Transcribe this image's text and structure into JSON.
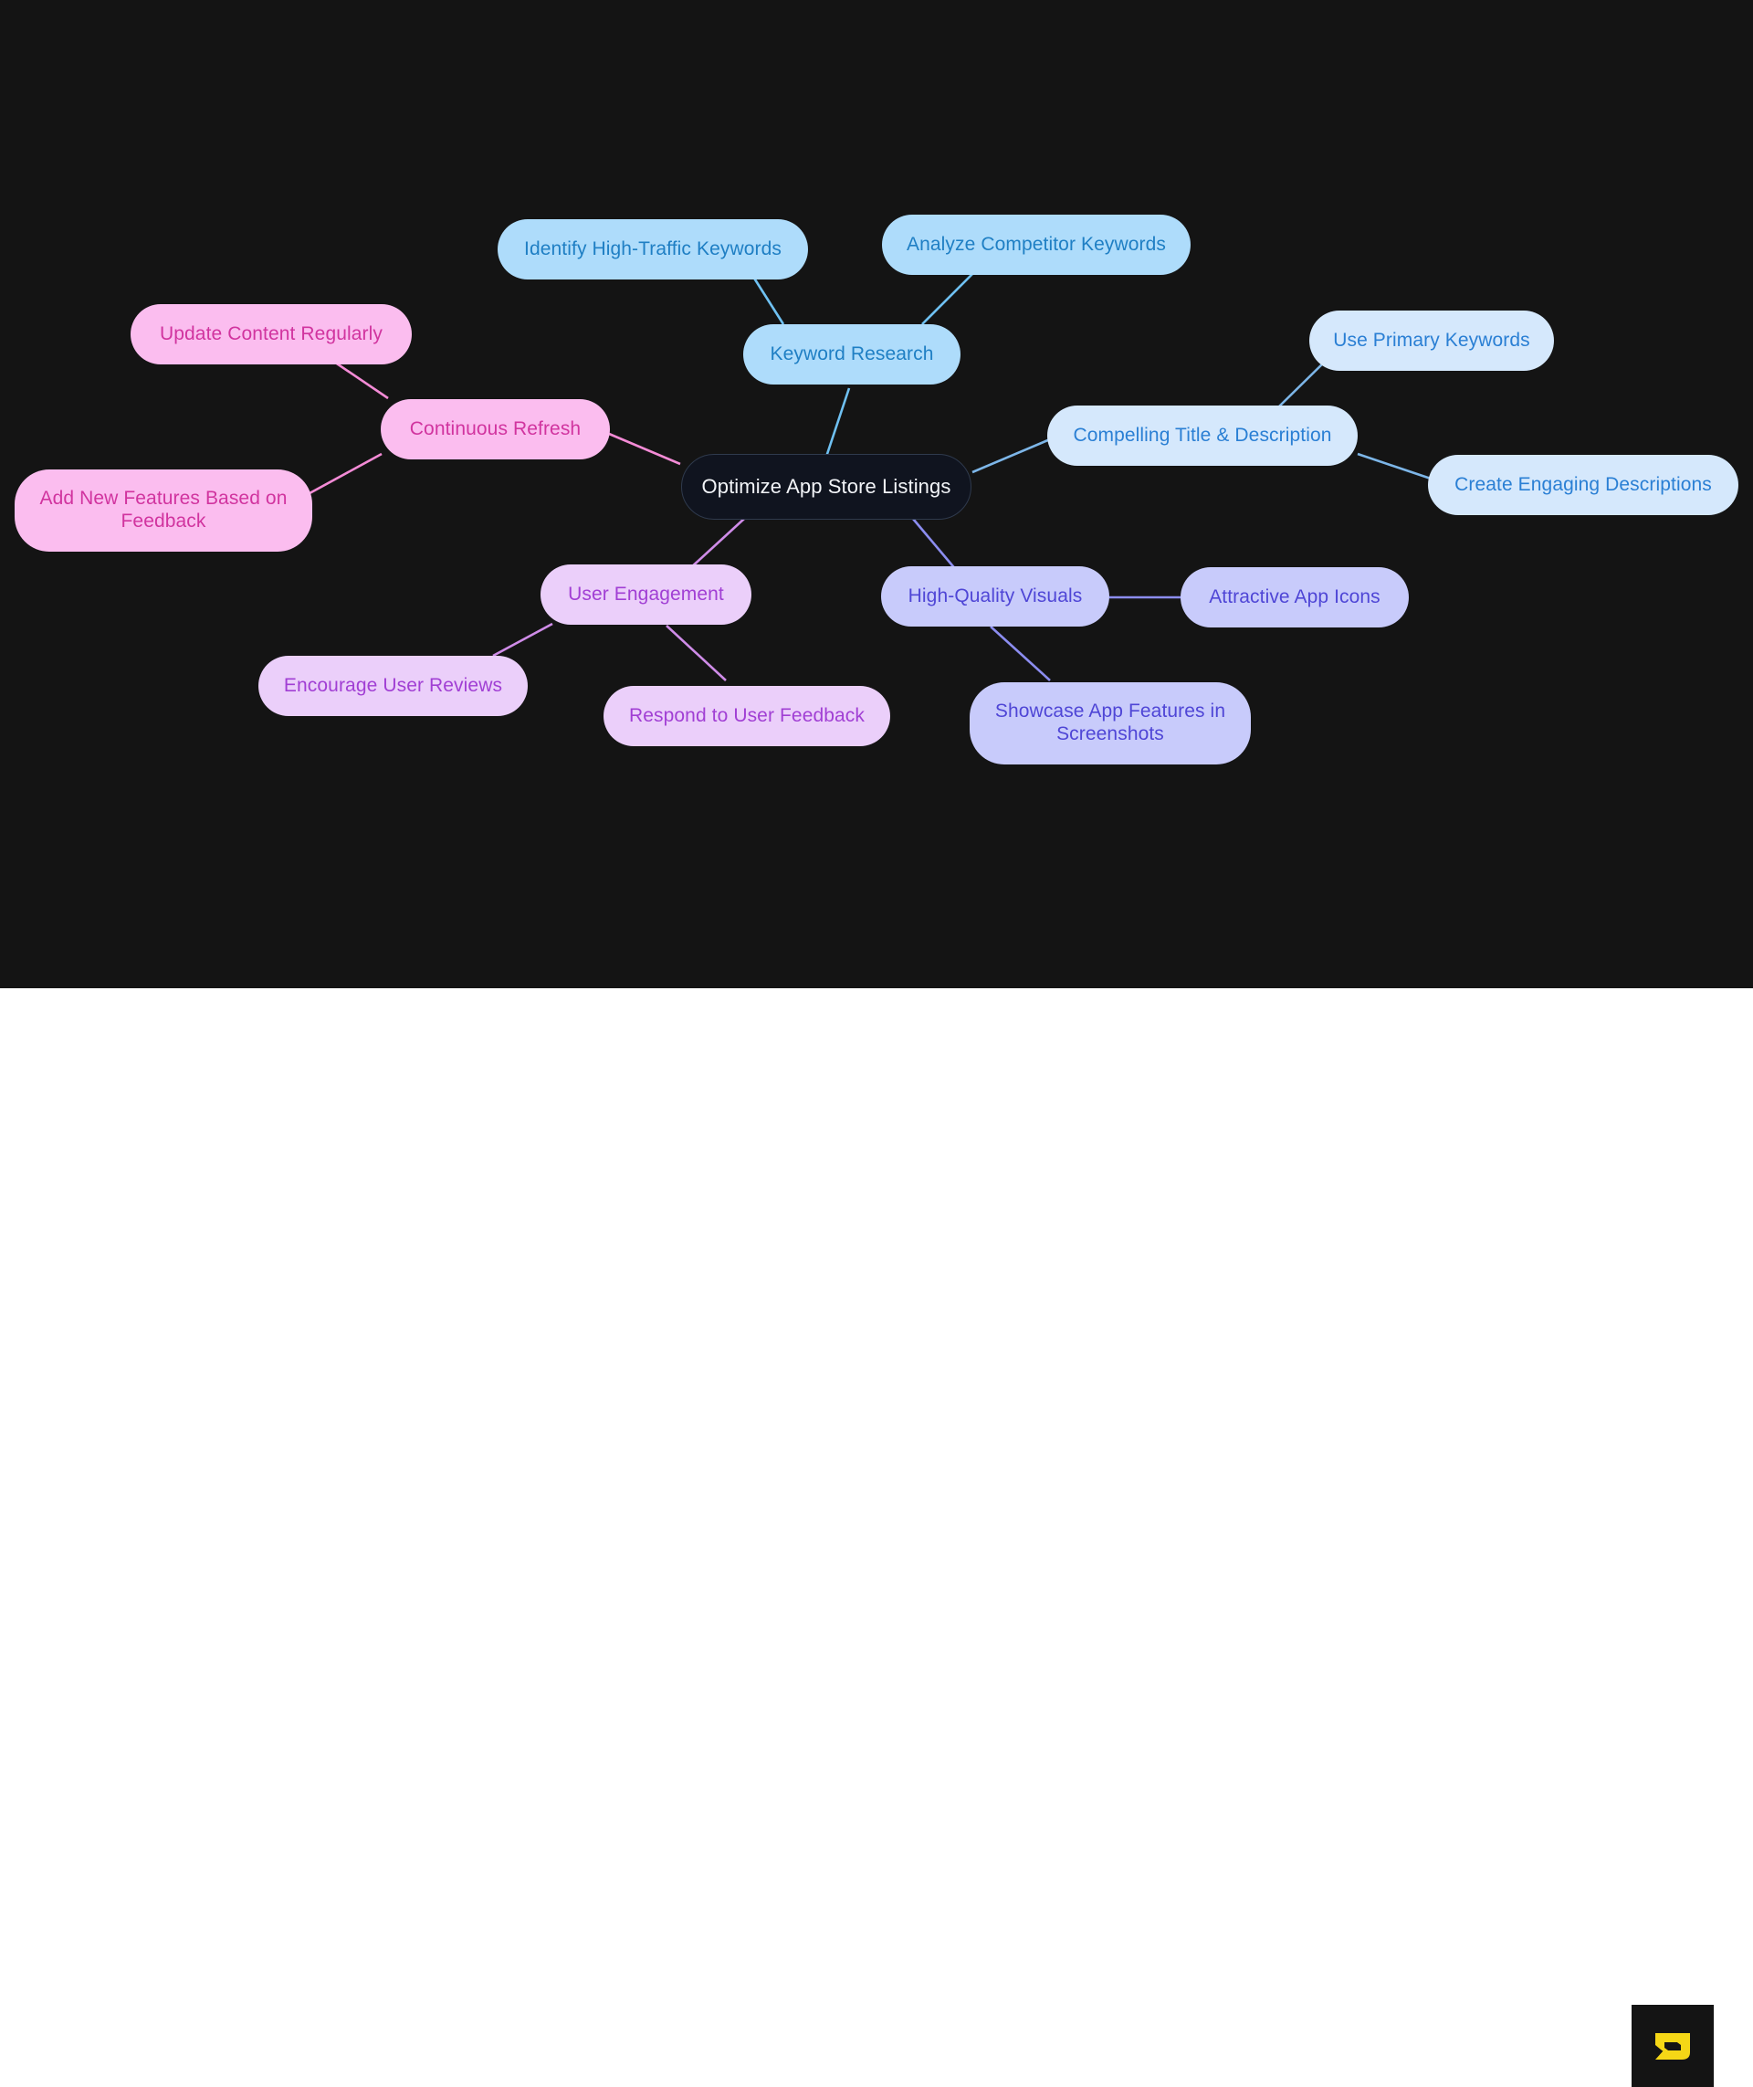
{
  "canvas": {
    "background_color": "#141414",
    "footer_background_color": "#ffffff"
  },
  "mindmap": {
    "root": {
      "label": "Optimize App Store Listings",
      "fill": "#10141f",
      "text_color": "#f2f4f8"
    },
    "branches": [
      {
        "label": "Keyword Research",
        "fill": "#aedcfb",
        "text_color": "#1f7fc4",
        "edge_color": "#6fc1f2",
        "children": [
          {
            "label": "Identify High-Traffic Keywords"
          },
          {
            "label": "Analyze Competitor Keywords"
          }
        ]
      },
      {
        "label": "Compelling Title & Description",
        "fill": "#d5e8fc",
        "text_color": "#2a7fd4",
        "edge_color": "#7db6e8",
        "children": [
          {
            "label": "Use Primary Keywords"
          },
          {
            "label": "Create Engaging Descriptions"
          }
        ]
      },
      {
        "label": "High-Quality Visuals",
        "fill": "#c8cbfb",
        "text_color": "#4f46d6",
        "edge_color": "#8c8df0",
        "children": [
          {
            "label": "Attractive App Icons"
          },
          {
            "label": "Showcase App Features in\nScreenshots"
          }
        ]
      },
      {
        "label": "User Engagement",
        "fill": "#ebcffa",
        "text_color": "#a13fd4",
        "edge_color": "#cf8ce8",
        "children": [
          {
            "label": "Encourage User Reviews"
          },
          {
            "label": "Respond to User Feedback"
          }
        ]
      },
      {
        "label": "Continuous Refresh",
        "fill": "#fbbdef",
        "text_color": "#d1349f",
        "edge_color": "#f48bd6",
        "children": [
          {
            "label": "Update Content Regularly"
          },
          {
            "label": "Add New Features Based on\nFeedback"
          }
        ]
      }
    ]
  },
  "watermark": {
    "name": "logo-s-mark",
    "background": "#141414",
    "mark_color": "#f5d716"
  }
}
